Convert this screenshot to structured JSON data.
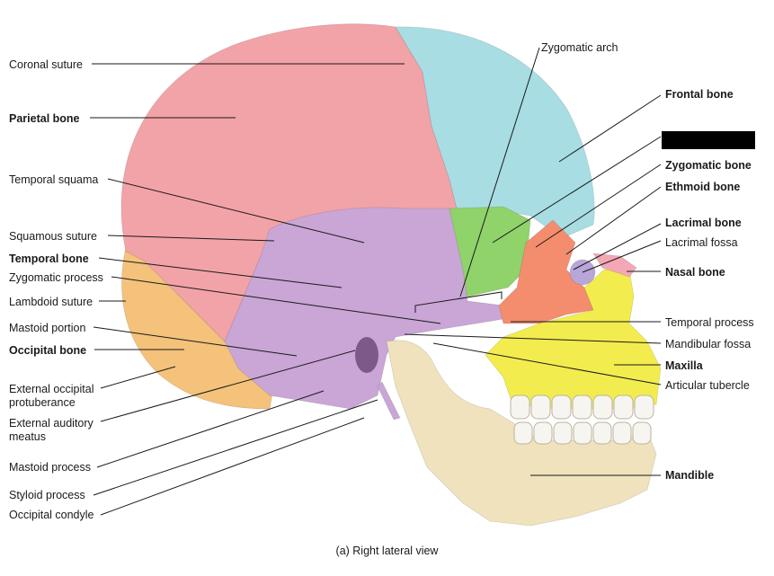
{
  "left_labels": {
    "coronal_suture": "Coronal suture",
    "parietal_bone": "Parietal bone",
    "temporal_squama": "Temporal squama",
    "squamous_suture": "Squamous suture",
    "temporal_bone": "Temporal bone",
    "zygomatic_process": "Zygomatic process",
    "lambdoid_suture": "Lambdoid suture",
    "mastoid_portion": "Mastoid portion",
    "occipital_bone": "Occipital bone",
    "external_occipital_protuberance": "External occipital protuberance",
    "external_auditory_meatus": "External auditory meatus",
    "mastoid_process": "Mastoid process",
    "styloid_process": "Styloid process",
    "occipital_condyle": "Occipital condyle"
  },
  "right_labels": {
    "zygomatic_arch": "Zygomatic arch",
    "frontal_bone": "Frontal bone",
    "zygomatic_bone": "Zygomatic bone",
    "ethmoid_bone": "Ethmoid bone",
    "lacrimal_bone": "Lacrimal bone",
    "lacrimal_fossa": "Lacrimal fossa",
    "nasal_bone": "Nasal bone",
    "temporal_process": "Temporal process",
    "mandibular_fossa": "Mandibular fossa",
    "maxilla": "Maxilla",
    "articular_tubercle": "Articular tubercle",
    "mandible": "Mandible"
  },
  "caption": "(a) Right lateral view",
  "colors": {
    "parietal": "#f2a3a8",
    "frontal": "#a8dde3",
    "temporal": "#c9a6d6",
    "occipital": "#f4c27a",
    "sphenoid": "#8fd36a",
    "zygomatic": "#f48d6e",
    "maxilla": "#f3ec4e",
    "mandible": "#efe2bd",
    "lacrimal": "#b9a6d8",
    "nasal": "#f4a7b5",
    "teeth": "#f7f5ef",
    "leader": "#1a1a1a"
  }
}
